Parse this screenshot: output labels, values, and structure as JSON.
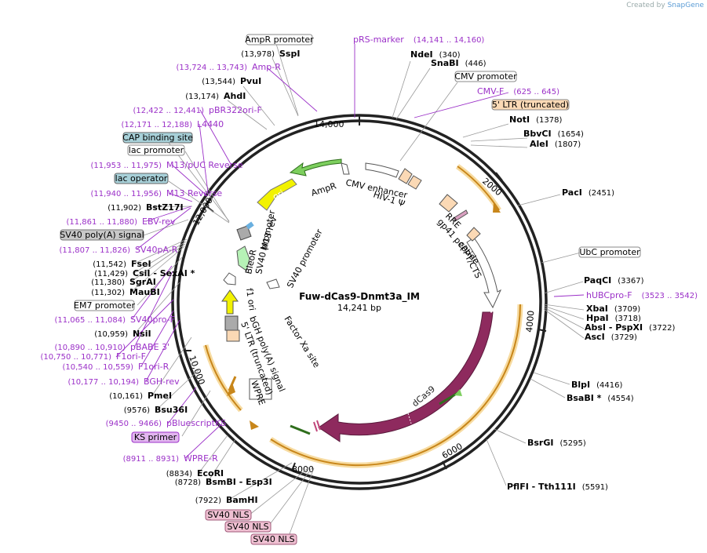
{
  "credit": {
    "prefix": "Created by",
    "brand": "SnapGene"
  },
  "plasmid": {
    "name": "Fuw-dCas9-Dnmt3a_IM",
    "size": "14,241 bp"
  },
  "ruler": [
    "14,000",
    "2000",
    "4000",
    "6000",
    "8000",
    "10,000",
    "12,000"
  ],
  "boxed_labels": [
    {
      "text": "AmpR promoter",
      "style": "white"
    },
    {
      "text": "CMV promoter",
      "style": "white"
    },
    {
      "text": "5' LTR (truncated)",
      "style": "peach"
    },
    {
      "text": "UbC promoter",
      "style": "white"
    },
    {
      "text": "CAP binding site",
      "style": "teal"
    },
    {
      "text": "lac promoter",
      "style": "white"
    },
    {
      "text": "lac operator",
      "style": "teal"
    },
    {
      "text": "SV40 poly(A) signal",
      "style": "gray"
    },
    {
      "text": "EM7 promoter",
      "style": "white"
    },
    {
      "text": "KS primer",
      "style": "purple"
    },
    {
      "text": "SV40 NLS",
      "style": "pink"
    },
    {
      "text": "SV40 NLS",
      "style": "pink"
    },
    {
      "text": "SV40 NLS",
      "style": "pink"
    }
  ],
  "sites_left": [
    {
      "name": "SspI",
      "pos": "(13,978)"
    },
    {
      "name": "PvuI",
      "pos": "(13,544)"
    },
    {
      "name": "AhdI",
      "pos": "(13,174)"
    },
    {
      "name": "BstZ17I",
      "pos": "(11,902)"
    },
    {
      "name": "FseI",
      "pos": "(11,542)"
    },
    {
      "name": "CsiI  - SexAI *",
      "pos": "(11,429)"
    },
    {
      "name": "SgrAI",
      "pos": "(11,380)"
    },
    {
      "name": "MauBI",
      "pos": "(11,302)"
    },
    {
      "name": "NsiI",
      "pos": "(10,959)"
    },
    {
      "name": "PmeI",
      "pos": "(10,161)"
    },
    {
      "name": "Bsu36I",
      "pos": "(9576)"
    },
    {
      "name": "EcoRI",
      "pos": "(8834)"
    },
    {
      "name": "BsmBI   - Esp3I",
      "pos": "(8728)"
    },
    {
      "name": "BamHI",
      "pos": "(7922)"
    }
  ],
  "sites_right": [
    {
      "name": "NdeI",
      "pos": "(340)"
    },
    {
      "name": "SnaBI",
      "pos": "(446)"
    },
    {
      "name": "NotI",
      "pos": "(1378)"
    },
    {
      "name": "BbvCI",
      "pos": "(1654)"
    },
    {
      "name": "AleI",
      "pos": "(1807)"
    },
    {
      "name": "PacI",
      "pos": "(2451)"
    },
    {
      "name": "PaqCI",
      "pos": "(3367)"
    },
    {
      "name": "XbaI",
      "pos": "(3709)"
    },
    {
      "name": "HpaI",
      "pos": "(3718)"
    },
    {
      "name": "AbsI   - PspXI",
      "pos": "(3722)"
    },
    {
      "name": "AscI",
      "pos": "(3729)"
    },
    {
      "name": "BlpI",
      "pos": "(4416)"
    },
    {
      "name": "BsaBI *",
      "pos": "(4554)"
    },
    {
      "name": "BsrGI",
      "pos": "(5295)"
    },
    {
      "name": "PflFI  - Tth111I",
      "pos": "(5591)"
    }
  ],
  "primers_left": [
    {
      "pos": "(13,724 .. 13,743)",
      "name": "Amp-R"
    },
    {
      "pos": "(12,422 .. 12,441)",
      "name": "pBR322ori-F"
    },
    {
      "pos": "(12,171 .. 12,188)",
      "name": "L4440"
    },
    {
      "pos": "(11,953 .. 11,975)",
      "name": "M13/pUC Reverse"
    },
    {
      "pos": "(11,940 .. 11,956)",
      "name": "M13 Reverse"
    },
    {
      "pos": "(11,861 .. 11,880)",
      "name": "EBV-rev"
    },
    {
      "pos": "(11,807 .. 11,826)",
      "name": "SV40pA-R"
    },
    {
      "pos": "(11,065 .. 11,084)",
      "name": "SV40pro-F"
    },
    {
      "pos": "(10,890 .. 10,910)",
      "name": "pBABE 3'"
    },
    {
      "pos": "(10,750 .. 10,771)",
      "name": "F1ori-F"
    },
    {
      "pos": "(10,540 .. 10,559)",
      "name": "F1ori-R"
    },
    {
      "pos": "(10,177 .. 10,194)",
      "name": "BGH-rev"
    },
    {
      "pos": "(9450 .. 9466)",
      "name": "pBluescriptKS"
    },
    {
      "pos": "(8911 .. 8931)",
      "name": "WPRE-R"
    }
  ],
  "primers_right": [
    {
      "name": "pRS-marker",
      "pos": "(14,141 .. 14,160)"
    },
    {
      "name": "CMV-F",
      "pos": "(625 .. 645)"
    },
    {
      "name": "hUBCpro-F",
      "pos": "(3523 .. 3542)"
    }
  ],
  "inner_features": [
    "AmpR",
    "ori",
    "CMV enhancer",
    "HIV-1 Ψ",
    "RRE",
    "gp41 peptide",
    "cPPT/CTS",
    "M13 rev",
    "BleoR",
    "SV40 promoter",
    "SV40 promoter",
    "f1 ori",
    "bGH poly(A) signal",
    "5' LTR (truncated)",
    "WPRE",
    "Factor Xa site",
    "dCas9"
  ]
}
